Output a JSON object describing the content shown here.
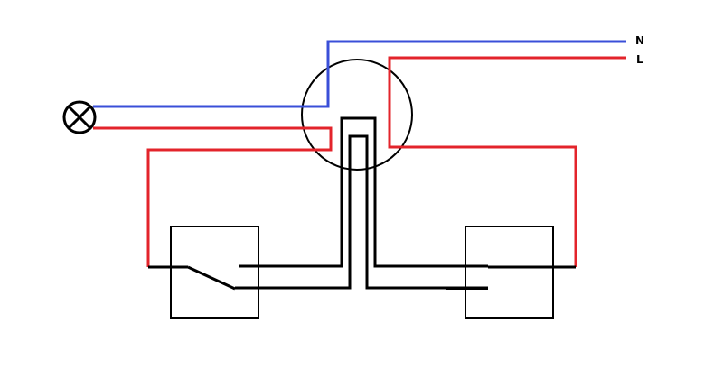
{
  "labels": {
    "neutral": "N",
    "live": "L"
  },
  "colors": {
    "neutral": "#3a4fd8",
    "live": "#e3242b",
    "switch_wire": "#000000"
  },
  "icons": {
    "lamp": "lamp-cross-circle-icon",
    "junction_box": "junction-box-circle",
    "switch_left": "two-way-switch-box",
    "switch_right": "two-way-switch-box"
  }
}
